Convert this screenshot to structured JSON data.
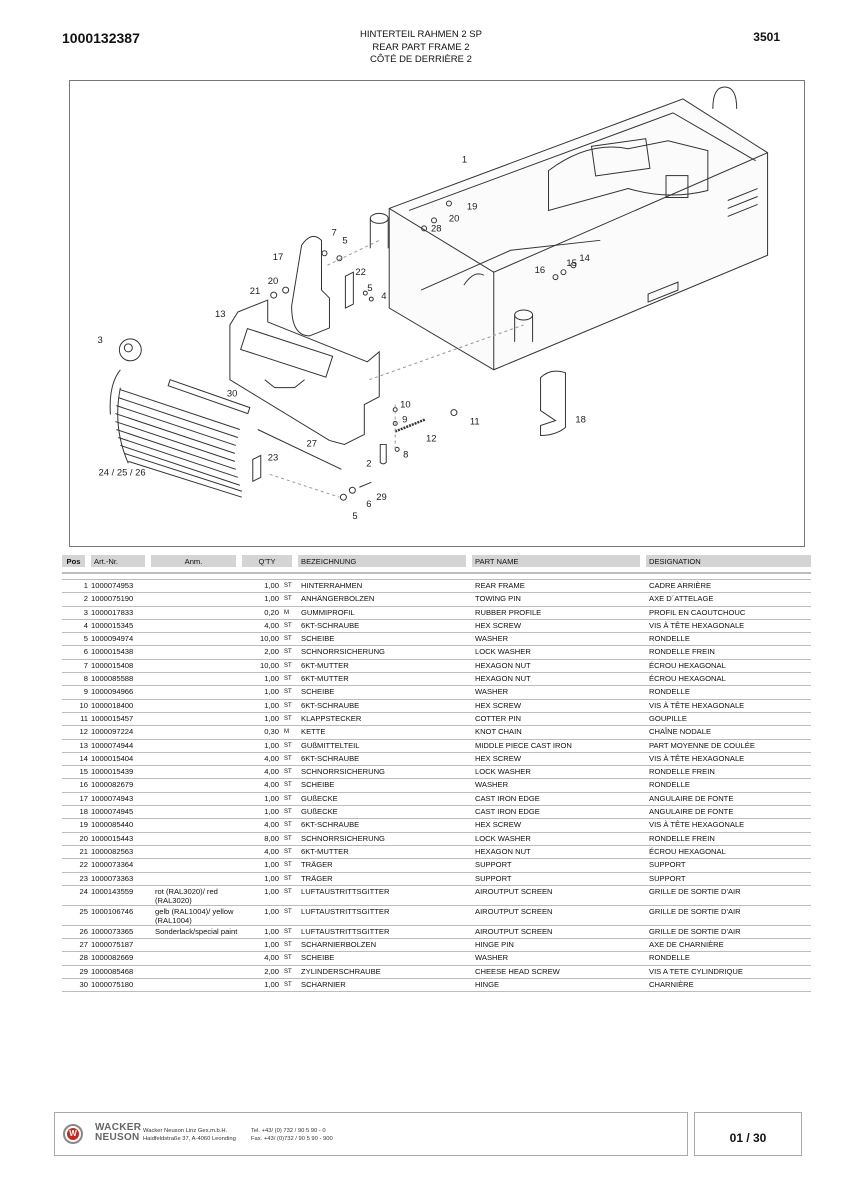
{
  "header": {
    "doc_number": "1000132387",
    "title_de": "HINTERTEIL RAHMEN 2 SP",
    "title_en": "REAR PART FRAME 2",
    "title_fr": "CÔTÉ DE DERRIÈRE 2",
    "group_number": "3501"
  },
  "diagram": {
    "callouts": [
      "1",
      "2",
      "3",
      "4",
      "5",
      "6",
      "7",
      "8",
      "9",
      "10",
      "11",
      "12",
      "13",
      "14",
      "15",
      "16",
      "17",
      "18",
      "19",
      "20",
      "21",
      "22",
      "23",
      "24 / 25 / 26",
      "27",
      "28",
      "29",
      "30"
    ]
  },
  "table": {
    "headers": {
      "pos": "Pos",
      "art": "Art.-Nr.",
      "anm": "Anm.",
      "qty": "Q'TY",
      "bez": "BEZEICHNUNG",
      "pn": "PART NAME",
      "des": "DESIGNATION"
    },
    "rows": [
      {
        "pos": "1",
        "art": "1000074953",
        "anm": "",
        "qty": "1,00",
        "unit": "ST",
        "bez": "HINTERRAHMEN",
        "pn": "REAR FRAME",
        "des": "CADRE ARRIÈRE"
      },
      {
        "pos": "2",
        "art": "1000075190",
        "anm": "",
        "qty": "1,00",
        "unit": "ST",
        "bez": "ANHÄNGERBOLZEN",
        "pn": "TOWING PIN",
        "des": "AXE D´ATTELAGE"
      },
      {
        "pos": "3",
        "art": "1000017833",
        "anm": "",
        "qty": "0,20",
        "unit": "M",
        "bez": "GUMMIPROFIL",
        "pn": "RUBBER PROFILE",
        "des": "PROFIL EN CAOUTCHOUC"
      },
      {
        "pos": "4",
        "art": "1000015345",
        "anm": "",
        "qty": "4,00",
        "unit": "ST",
        "bez": "6KT-SCHRAUBE",
        "pn": "HEX SCREW",
        "des": "VIS À TÊTE HEXAGONALE"
      },
      {
        "pos": "5",
        "art": "1000094974",
        "anm": "",
        "qty": "10,00",
        "unit": "ST",
        "bez": "SCHEIBE",
        "pn": "WASHER",
        "des": "RONDELLE"
      },
      {
        "pos": "6",
        "art": "1000015438",
        "anm": "",
        "qty": "2,00",
        "unit": "ST",
        "bez": "SCHNORRSICHERUNG",
        "pn": "LOCK WASHER",
        "des": "RONDELLE FREIN"
      },
      {
        "pos": "7",
        "art": "1000015408",
        "anm": "",
        "qty": "10,00",
        "unit": "ST",
        "bez": "6KT-MUTTER",
        "pn": "HEXAGON NUT",
        "des": "ÉCROU HEXAGONAL"
      },
      {
        "pos": "8",
        "art": "1000085588",
        "anm": "",
        "qty": "1,00",
        "unit": "ST",
        "bez": "6KT-MUTTER",
        "pn": "HEXAGON NUT",
        "des": "ÉCROU HEXAGONAL"
      },
      {
        "pos": "9",
        "art": "1000094966",
        "anm": "",
        "qty": "1,00",
        "unit": "ST",
        "bez": "SCHEIBE",
        "pn": "WASHER",
        "des": "RONDELLE"
      },
      {
        "pos": "10",
        "art": "1000018400",
        "anm": "",
        "qty": "1,00",
        "unit": "ST",
        "bez": "6KT-SCHRAUBE",
        "pn": "HEX SCREW",
        "des": "VIS À TÊTE HEXAGONALE"
      },
      {
        "pos": "11",
        "art": "1000015457",
        "anm": "",
        "qty": "1,00",
        "unit": "ST",
        "bez": "KLAPPSTECKER",
        "pn": "COTTER PIN",
        "des": "GOUPILLE"
      },
      {
        "pos": "12",
        "art": "1000097224",
        "anm": "",
        "qty": "0,30",
        "unit": "M",
        "bez": "KETTE",
        "pn": "KNOT CHAIN",
        "des": "CHAÎNE NODALE"
      },
      {
        "pos": "13",
        "art": "1000074944",
        "anm": "",
        "qty": "1,00",
        "unit": "ST",
        "bez": "GUßMITTELTEIL",
        "pn": "MIDDLE PIECE CAST IRON",
        "des": "PART MOYENNE DE COULÉE"
      },
      {
        "pos": "14",
        "art": "1000015404",
        "anm": "",
        "qty": "4,00",
        "unit": "ST",
        "bez": "6KT-SCHRAUBE",
        "pn": "HEX SCREW",
        "des": "VIS À TÊTE HEXAGONALE"
      },
      {
        "pos": "15",
        "art": "1000015439",
        "anm": "",
        "qty": "4,00",
        "unit": "ST",
        "bez": "SCHNORRSICHERUNG",
        "pn": "LOCK WASHER",
        "des": "RONDELLE FREIN"
      },
      {
        "pos": "16",
        "art": "1000082679",
        "anm": "",
        "qty": "4,00",
        "unit": "ST",
        "bez": "SCHEIBE",
        "pn": "WASHER",
        "des": "RONDELLE"
      },
      {
        "pos": "17",
        "art": "1000074943",
        "anm": "",
        "qty": "1,00",
        "unit": "ST",
        "bez": "GUßECKE",
        "pn": "CAST IRON EDGE",
        "des": "ANGULAIRE DE FONTE"
      },
      {
        "pos": "18",
        "art": "1000074945",
        "anm": "",
        "qty": "1,00",
        "unit": "ST",
        "bez": "GUßECKE",
        "pn": "CAST IRON EDGE",
        "des": "ANGULAIRE DE FONTE"
      },
      {
        "pos": "19",
        "art": "1000085440",
        "anm": "",
        "qty": "4,00",
        "unit": "ST",
        "bez": "6KT-SCHRAUBE",
        "pn": "HEX SCREW",
        "des": "VIS À TÊTE HEXAGONALE"
      },
      {
        "pos": "20",
        "art": "1000015443",
        "anm": "",
        "qty": "8,00",
        "unit": "ST",
        "bez": "SCHNORRSICHERUNG",
        "pn": "LOCK WASHER",
        "des": "RONDELLE FREIN"
      },
      {
        "pos": "21",
        "art": "1000082563",
        "anm": "",
        "qty": "4,00",
        "unit": "ST",
        "bez": "6KT-MUTTER",
        "pn": "HEXAGON NUT",
        "des": "ÉCROU HEXAGONAL"
      },
      {
        "pos": "22",
        "art": "1000073364",
        "anm": "",
        "qty": "1,00",
        "unit": "ST",
        "bez": "TRÄGER",
        "pn": "SUPPORT",
        "des": "SUPPORT"
      },
      {
        "pos": "23",
        "art": "1000073363",
        "anm": "",
        "qty": "1,00",
        "unit": "ST",
        "bez": "TRÄGER",
        "pn": "SUPPORT",
        "des": "SUPPORT"
      },
      {
        "pos": "24",
        "art": "1000143559",
        "anm": "rot (RAL3020)/ red (RAL3020)",
        "qty": "1,00",
        "unit": "ST",
        "bez": "LUFTAUSTRITTSGITTER",
        "pn": "AIROUTPUT SCREEN",
        "des": "GRILLE DE SORTIE D'AIR"
      },
      {
        "pos": "25",
        "art": "1000106746",
        "anm": "gelb (RAL1004)/ yellow (RAL1004)",
        "qty": "1,00",
        "unit": "ST",
        "bez": "LUFTAUSTRITTSGITTER",
        "pn": "AIROUTPUT SCREEN",
        "des": "GRILLE DE SORTIE D'AIR"
      },
      {
        "pos": "26",
        "art": "1000073365",
        "anm": "Sonderlack/special paint",
        "qty": "1,00",
        "unit": "ST",
        "bez": "LUFTAUSTRITTSGITTER",
        "pn": "AIROUTPUT SCREEN",
        "des": "GRILLE DE SORTIE D'AIR"
      },
      {
        "pos": "27",
        "art": "1000075187",
        "anm": "",
        "qty": "1,00",
        "unit": "ST",
        "bez": "SCHARNIERBOLZEN",
        "pn": "HINGE PIN",
        "des": "AXE DE CHARNIÈRE"
      },
      {
        "pos": "28",
        "art": "1000082669",
        "anm": "",
        "qty": "4,00",
        "unit": "ST",
        "bez": "SCHEIBE",
        "pn": "WASHER",
        "des": "RONDELLE"
      },
      {
        "pos": "29",
        "art": "1000085468",
        "anm": "",
        "qty": "2,00",
        "unit": "ST",
        "bez": "ZYLINDERSCHRAUBE",
        "pn": "CHEESE HEAD SCREW",
        "des": "VIS A TETE CYLINDRIQUE"
      },
      {
        "pos": "30",
        "art": "1000075180",
        "anm": "",
        "qty": "1,00",
        "unit": "ST",
        "bez": "SCHARNIER",
        "pn": "HINGE",
        "des": "CHARNIÈRE"
      }
    ]
  },
  "footer": {
    "brand_line1": "WACKER",
    "brand_line2": "NEUSON",
    "company": "Wacker Neuson Linz  Ges.m.b.H.",
    "address": "Haidfeldstraße 37, A-4060 Leonding",
    "tel": "Tel. +43/ (0) 732 / 90 5 90 - 0",
    "fax": "Fax. +43/ (0)732 / 90 5 90 - 900",
    "page": "01 / 30",
    "logo_letter": "W",
    "logo_color": "#c8281e"
  }
}
